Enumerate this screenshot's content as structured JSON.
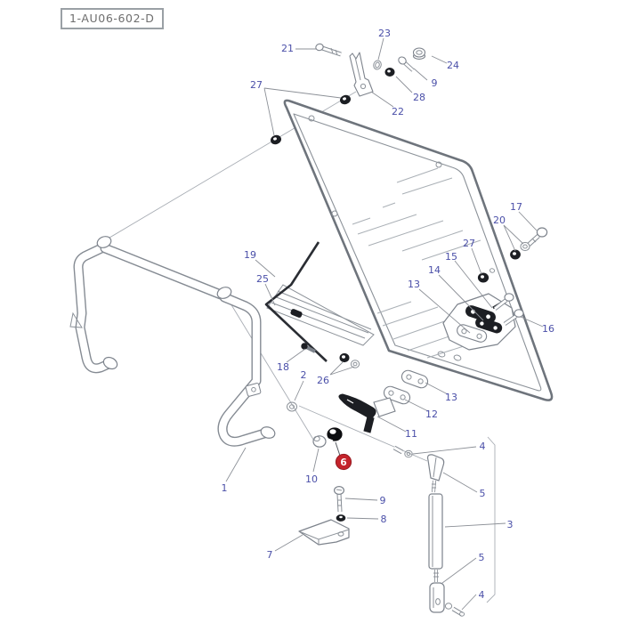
{
  "title_box": {
    "code": "1-AU06-602-D"
  },
  "highlight": {
    "part_number": "6",
    "badge_color": "#c4232b",
    "badge_text_color": "#ffffff"
  },
  "colors": {
    "label": "#4a4fa8",
    "outline": "#7d838c",
    "dark_part": "#1c1e23",
    "background": "#ffffff"
  },
  "callouts": {
    "n1": "1",
    "n2": "2",
    "n3": "3",
    "n4": "4",
    "n5": "5",
    "n6": "6",
    "n7": "7",
    "n8": "8",
    "n9": "9",
    "n10": "10",
    "n11": "11",
    "n12": "12",
    "n13": "13",
    "n14": "14",
    "n15": "15",
    "n16": "16",
    "n17": "17",
    "n18": "18",
    "n19": "19",
    "n20": "20",
    "n21": "21",
    "n22": "22",
    "n23": "23",
    "n24": "24",
    "n25": "25",
    "n26": "26",
    "n27": "27",
    "n28": "28"
  }
}
